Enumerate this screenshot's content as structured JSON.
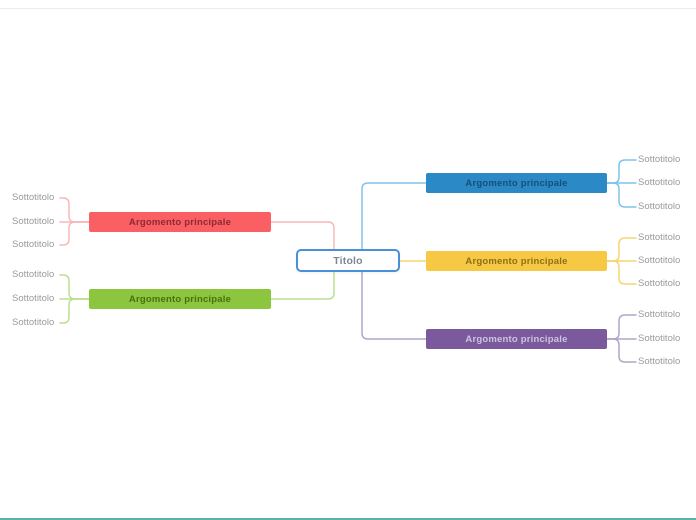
{
  "mindmap": {
    "root": {
      "label": "Titolo"
    },
    "branches": {
      "blue": {
        "label": "Argomento principale",
        "children": [
          "Sottotitolo",
          "Sottotitolo",
          "Sottotitolo"
        ]
      },
      "yellow": {
        "label": "Argomento principale",
        "children": [
          "Sottotitolo",
          "Sottotitolo",
          "Sottotitolo"
        ]
      },
      "purple": {
        "label": "Argomento principale",
        "children": [
          "Sottotitolo",
          "Sottotitolo",
          "Sottotitolo"
        ]
      },
      "red": {
        "label": "Argomento principale",
        "children": [
          "Sottotitolo",
          "Sottotitolo",
          "Sottotitolo"
        ]
      },
      "green": {
        "label": "Argomento principale",
        "children": [
          "Sottotitolo",
          "Sottotitolo",
          "Sottotitolo"
        ]
      }
    },
    "colors": {
      "root_border": "#4a90d9",
      "blue_fill": "#2b8ac6",
      "blue_line": "#7fc3e8",
      "yellow_fill": "#f7c843",
      "yellow_line": "#f6d56e",
      "purple_fill": "#7a5a9d",
      "purple_line": "#b1a5c9",
      "red_fill": "#f95f63",
      "red_line": "#f8b7b9",
      "green_fill": "#8cc63e",
      "green_line": "#bcdf8f",
      "bottom_edge": "#5ab3a5"
    }
  }
}
